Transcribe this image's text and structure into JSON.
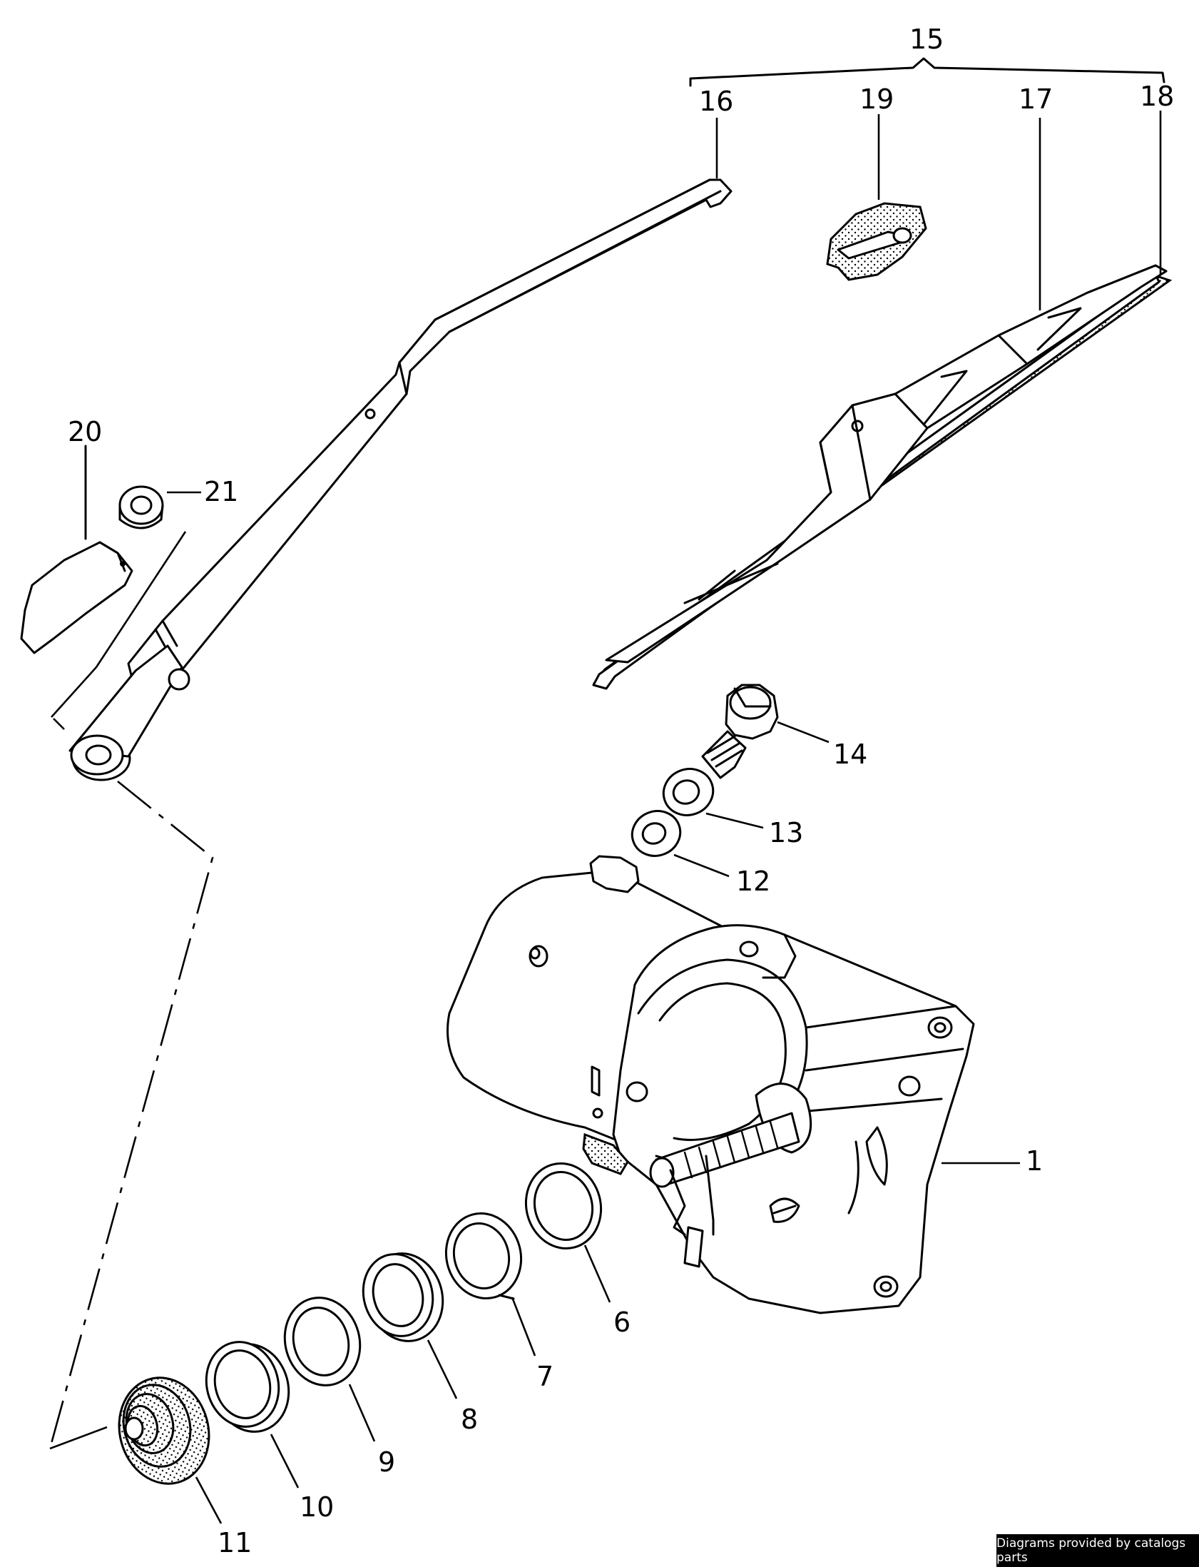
{
  "diagram": {
    "callouts": {
      "c1": "1",
      "c6": "6",
      "c7": "7",
      "c8": "8",
      "c9": "9",
      "c10": "10",
      "c11": "11",
      "c12": "12",
      "c13": "13",
      "c14": "14",
      "c15": "15",
      "c16": "16",
      "c17": "17",
      "c18": "18",
      "c19": "19",
      "c20": "20",
      "c21": "21"
    }
  },
  "footer": {
    "credit": "Diagrams provided by catalogs parts"
  }
}
